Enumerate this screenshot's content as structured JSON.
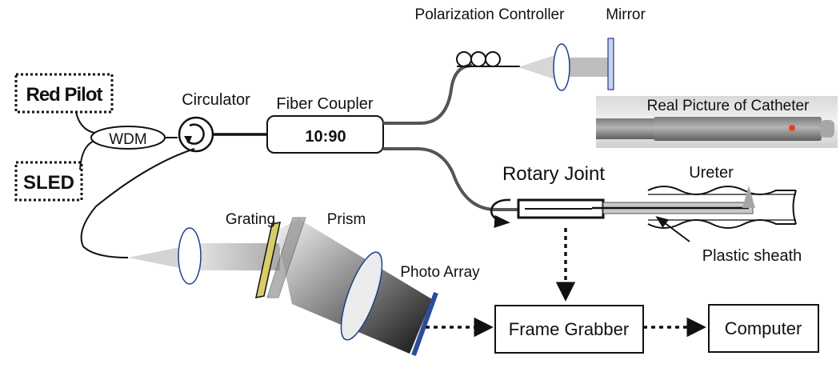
{
  "labels": {
    "red_pilot": "Red Pilot",
    "sled": "SLED",
    "wdm": "WDM",
    "circulator": "Circulator",
    "fiber_coupler": "Fiber Coupler",
    "coupler_ratio": "10:90",
    "polarization_controller": "Polarization Controller",
    "mirror": "Mirror",
    "real_picture": "Real Picture of Catheter",
    "rotary_joint": "Rotary Joint",
    "ureter": "Ureter",
    "plastic_sheath": "Plastic sheath",
    "grating": "Grating",
    "prism": "Prism",
    "photo_array": "Photo Array",
    "frame_grabber": "Frame Grabber",
    "computer": "Computer"
  },
  "colors": {
    "line": "#111111",
    "fiber_gray": "#555555",
    "lens_edge": "#1f3f8c",
    "grating_yellow": "#d8cc6a",
    "mirror_fill": "#c9d3ea",
    "laser_spot": "#e8401f"
  }
}
